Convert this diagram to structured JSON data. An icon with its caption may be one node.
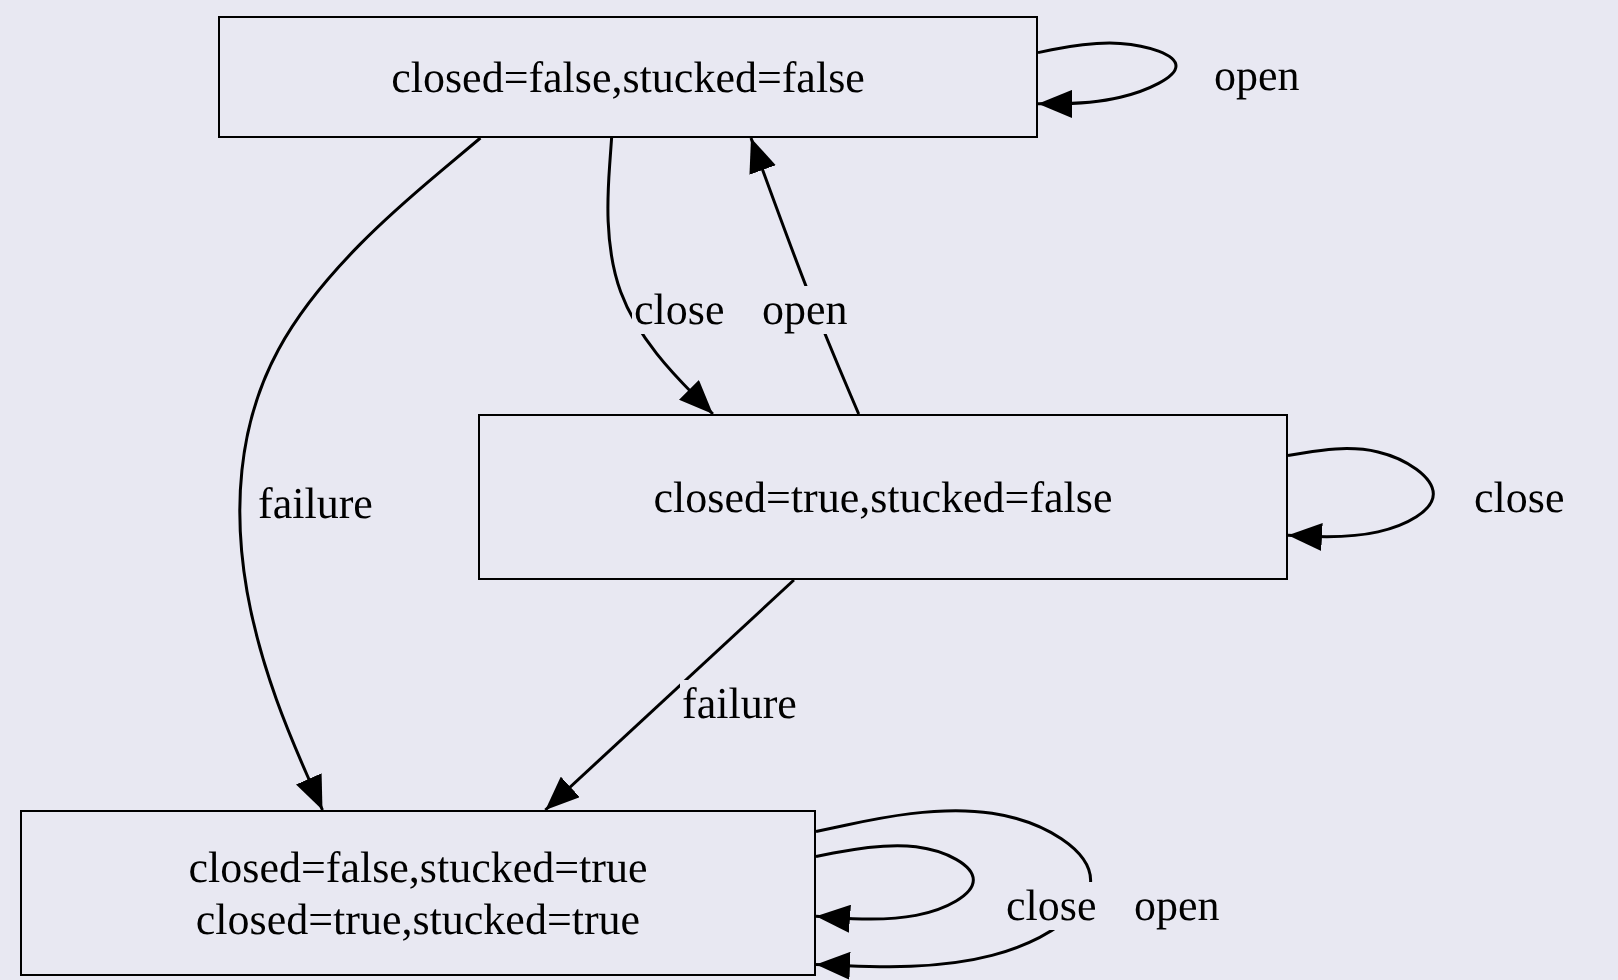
{
  "diagram": {
    "nodes": [
      {
        "text": [
          "closed=false,stucked=false"
        ]
      },
      {
        "text": [
          "closed=true,stucked=false"
        ]
      },
      {
        "text": [
          "closed=false,stucked=true",
          "closed=true,stucked=true"
        ]
      }
    ],
    "edges": [
      {
        "from": 0,
        "to": 0,
        "arrow": "to",
        "label": "open"
      },
      {
        "from": 0,
        "to": 1,
        "arrow": "to",
        "label": "close"
      },
      {
        "from": 1,
        "to": 0,
        "arrow": "to",
        "label": "open"
      },
      {
        "from": 0,
        "to": 2,
        "arrow": "to",
        "label": "failure"
      },
      {
        "from": 1,
        "to": 1,
        "arrow": "to",
        "label": "close"
      },
      {
        "from": 1,
        "to": 2,
        "arrow": "to",
        "label": "failure"
      },
      {
        "from": 2,
        "to": 2,
        "arrow": "to",
        "label": "close"
      },
      {
        "from": 2,
        "to": 2,
        "arrow": "to",
        "label": "open"
      }
    ]
  }
}
